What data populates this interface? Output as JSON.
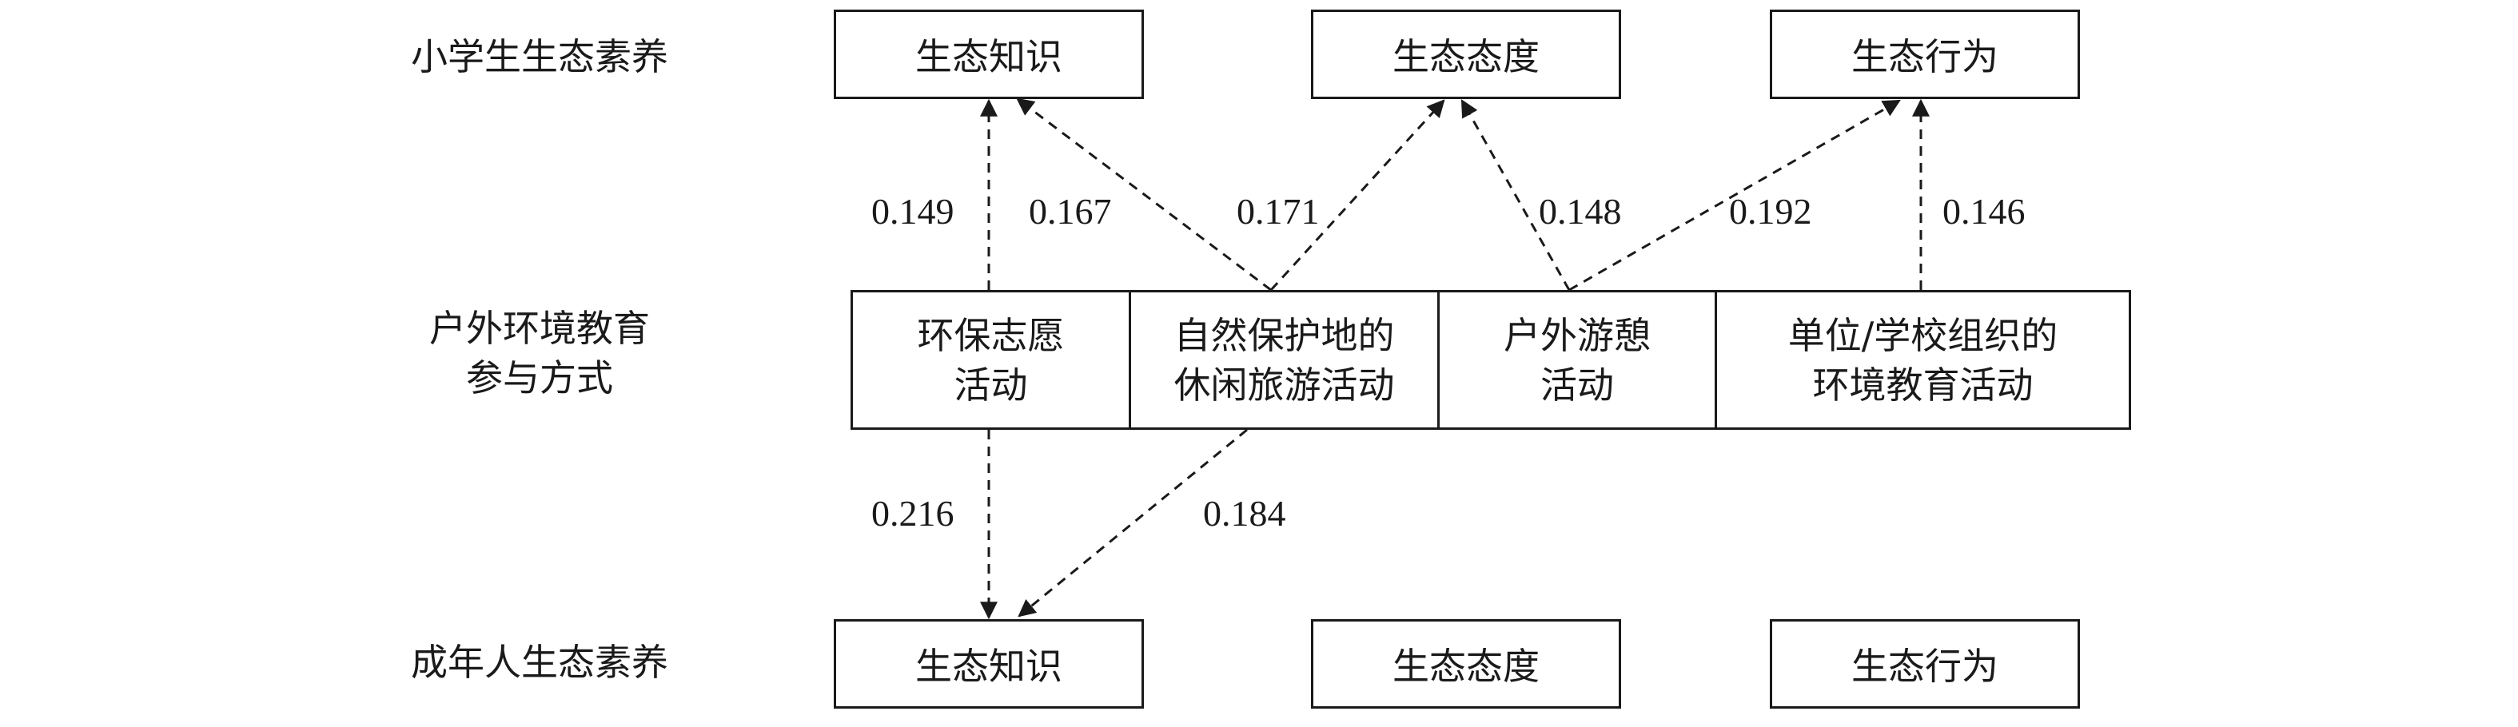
{
  "row_labels": {
    "children": "小学生生态素养",
    "modes_line1": "户外环境教育",
    "modes_line2": "参与方式",
    "adults": "成年人生态素养"
  },
  "literacy": {
    "knowledge": "生态知识",
    "attitude": "生态态度",
    "behavior": "生态行为"
  },
  "activities": [
    {
      "line1": "环保志愿",
      "line2": "活动"
    },
    {
      "line1": "自然保护地的",
      "line2": "休闲旅游活动"
    },
    {
      "line1": "户外游憩",
      "line2": "活动"
    },
    {
      "line1": "单位/学校组织的",
      "line2": "环境教育活动"
    }
  ],
  "paths": [
    {
      "from": "环保志愿活动",
      "to": "小学生生态知识",
      "coef": "0.149"
    },
    {
      "from": "自然保护地的休闲旅游活动",
      "to": "小学生生态知识",
      "coef": "0.167"
    },
    {
      "from": "自然保护地的休闲旅游活动",
      "to": "小学生生态态度",
      "coef": "0.171"
    },
    {
      "from": "户外游憩活动",
      "to": "小学生生态态度",
      "coef": "0.148"
    },
    {
      "from": "户外游憩活动",
      "to": "小学生生态行为",
      "coef": "0.192"
    },
    {
      "from": "单位/学校组织的环境教育活动",
      "to": "小学生生态行为",
      "coef": "0.146"
    },
    {
      "from": "环保志愿活动",
      "to": "成年人生态知识",
      "coef": "0.216"
    },
    {
      "from": "自然保护地的休闲旅游活动",
      "to": "成年人生态知识",
      "coef": "0.184"
    }
  ]
}
